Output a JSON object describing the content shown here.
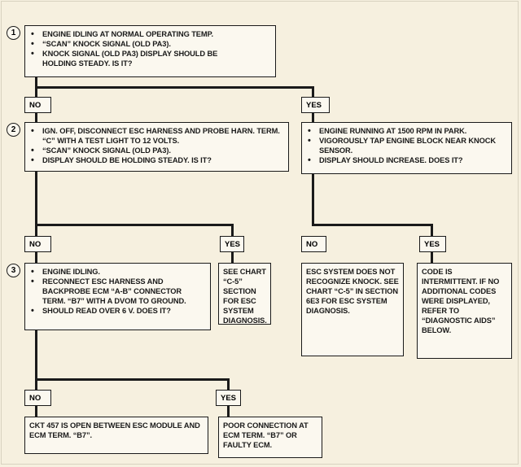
{
  "steps": {
    "s1": {
      "number": "1",
      "bullets": [
        "ENGINE IDLING AT NORMAL OPERATING TEMP.",
        "“SCAN” KNOCK SIGNAL (OLD PA3).",
        "KNOCK SIGNAL (OLD PA3) DISPLAY SHOULD BE HOLDING STEADY.  IS IT?"
      ]
    },
    "s2": {
      "number": "2",
      "bullets": [
        "IGN. OFF, DISCONNECT ESC HARNESS AND PROBE HARN. TERM. “C” WITH A TEST LIGHT TO 12 VOLTS.",
        "“SCAN” KNOCK SIGNAL (OLD PA3).",
        "DISPLAY SHOULD BE HOLDING STEADY.  IS IT?"
      ]
    },
    "s2yes": {
      "bullets": [
        "ENGINE RUNNING AT 1500 RPM IN PARK.",
        "VIGOROUSLY TAP ENGINE BLOCK NEAR KNOCK SENSOR.",
        "DISPLAY SHOULD INCREASE.  DOES IT?"
      ]
    },
    "s3": {
      "number": "3",
      "bullets": [
        "ENGINE IDLING.",
        "RECONNECT ESC HARNESS AND BACKPROBE ECM “A-B” CONNECTOR TERM. “B7” WITH A DVOM TO GROUND.",
        "SHOULD READ OVER 6 V. DOES IT?"
      ]
    }
  },
  "results": {
    "c5": "SEE CHART “C-5” SECTION FOR ESC SYSTEM DIAGNOSIS.",
    "no_knock": "ESC SYSTEM DOES NOT RECOGNIZE KNOCK.  SEE CHART “C-5” IN SECTION 6E3 FOR ESC SYSTEM DIAGNOSIS.",
    "intermittent": "CODE IS INTERMITTENT. IF NO ADDITIONAL CODES WERE DISPLAYED, REFER TO “DIAGNOSTIC AIDS” BELOW.",
    "ckt457": "CKT 457 IS OPEN BETWEEN ESC MODULE AND ECM TERM. “B7”.",
    "poor_conn": "POOR CONNECTION AT ECM TERM. “B7” OR FAULTY ECM."
  },
  "labels": {
    "no": "NO",
    "yes": "YES"
  }
}
